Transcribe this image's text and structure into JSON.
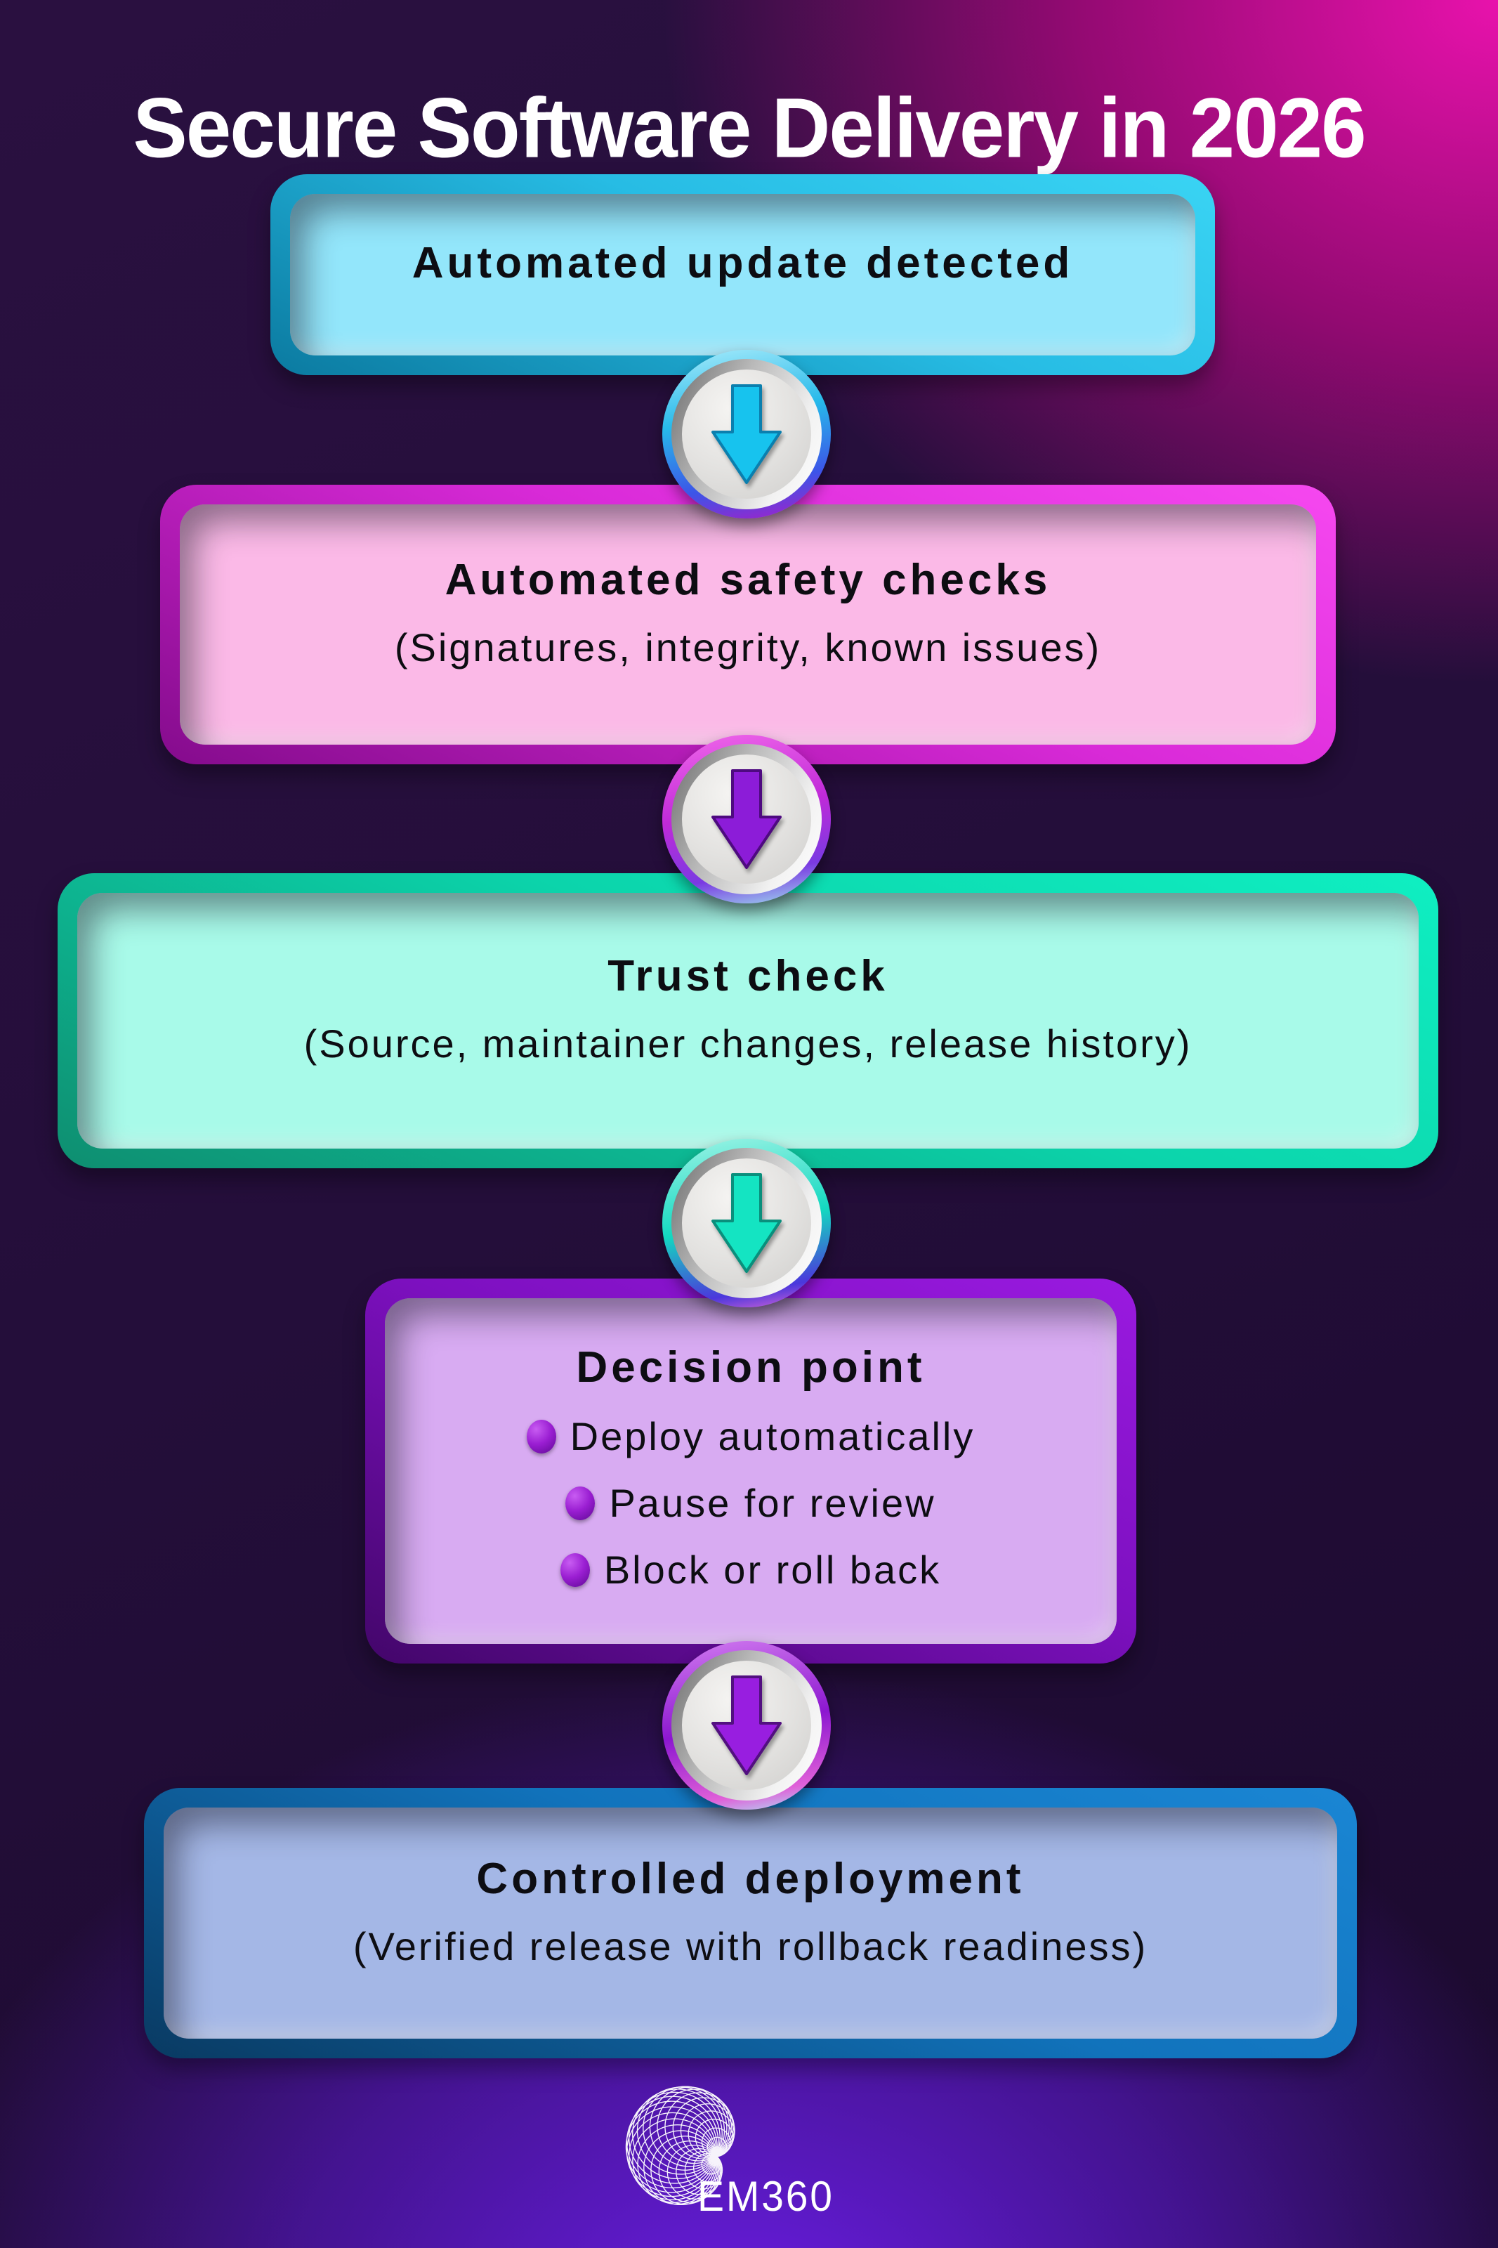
{
  "title": "Secure Software Delivery in 2026",
  "title_color": "#ffffff",
  "text_color": "#0d0d12",
  "background": {
    "top_right_glow": "#e812ac",
    "base": "#240e3a",
    "bottom_glow": "#6a1de4"
  },
  "steps": [
    {
      "title": "Automated update detected",
      "accent": "#2ecdf0",
      "fill": "#93e6fb"
    },
    {
      "title": "Automated safety checks",
      "subtitle": "(Signatures, integrity, known issues)",
      "accent": "#ee3ff0",
      "fill": "#fbb9e7"
    },
    {
      "title": "Trust check",
      "subtitle": "(Source, maintainer changes, release history)",
      "accent": "#0fe6ba",
      "fill": "#a8fae9"
    },
    {
      "title": "Decision point",
      "bullets": [
        "Deploy automatically",
        "Pause for review",
        "Block or roll back"
      ],
      "bullet_dot_color": "#9a1ed2",
      "accent": "#8c13d4",
      "fill": "#d8abf2"
    },
    {
      "title": "Controlled deployment",
      "subtitle": "(Verified release with rollback readiness)",
      "accent": "#1379c6",
      "fill": "#a4b7e6"
    }
  ],
  "connectors": [
    {
      "icon": "down-arrow-icon",
      "color": "#17c3ee"
    },
    {
      "icon": "down-arrow-icon",
      "color": "#8c1cd8"
    },
    {
      "icon": "down-arrow-icon",
      "color": "#14e4c2"
    },
    {
      "icon": "down-arrow-icon",
      "color": "#981ee0"
    }
  ],
  "footer": {
    "brand": "EM360",
    "icon": "em360-spiral-icon"
  }
}
